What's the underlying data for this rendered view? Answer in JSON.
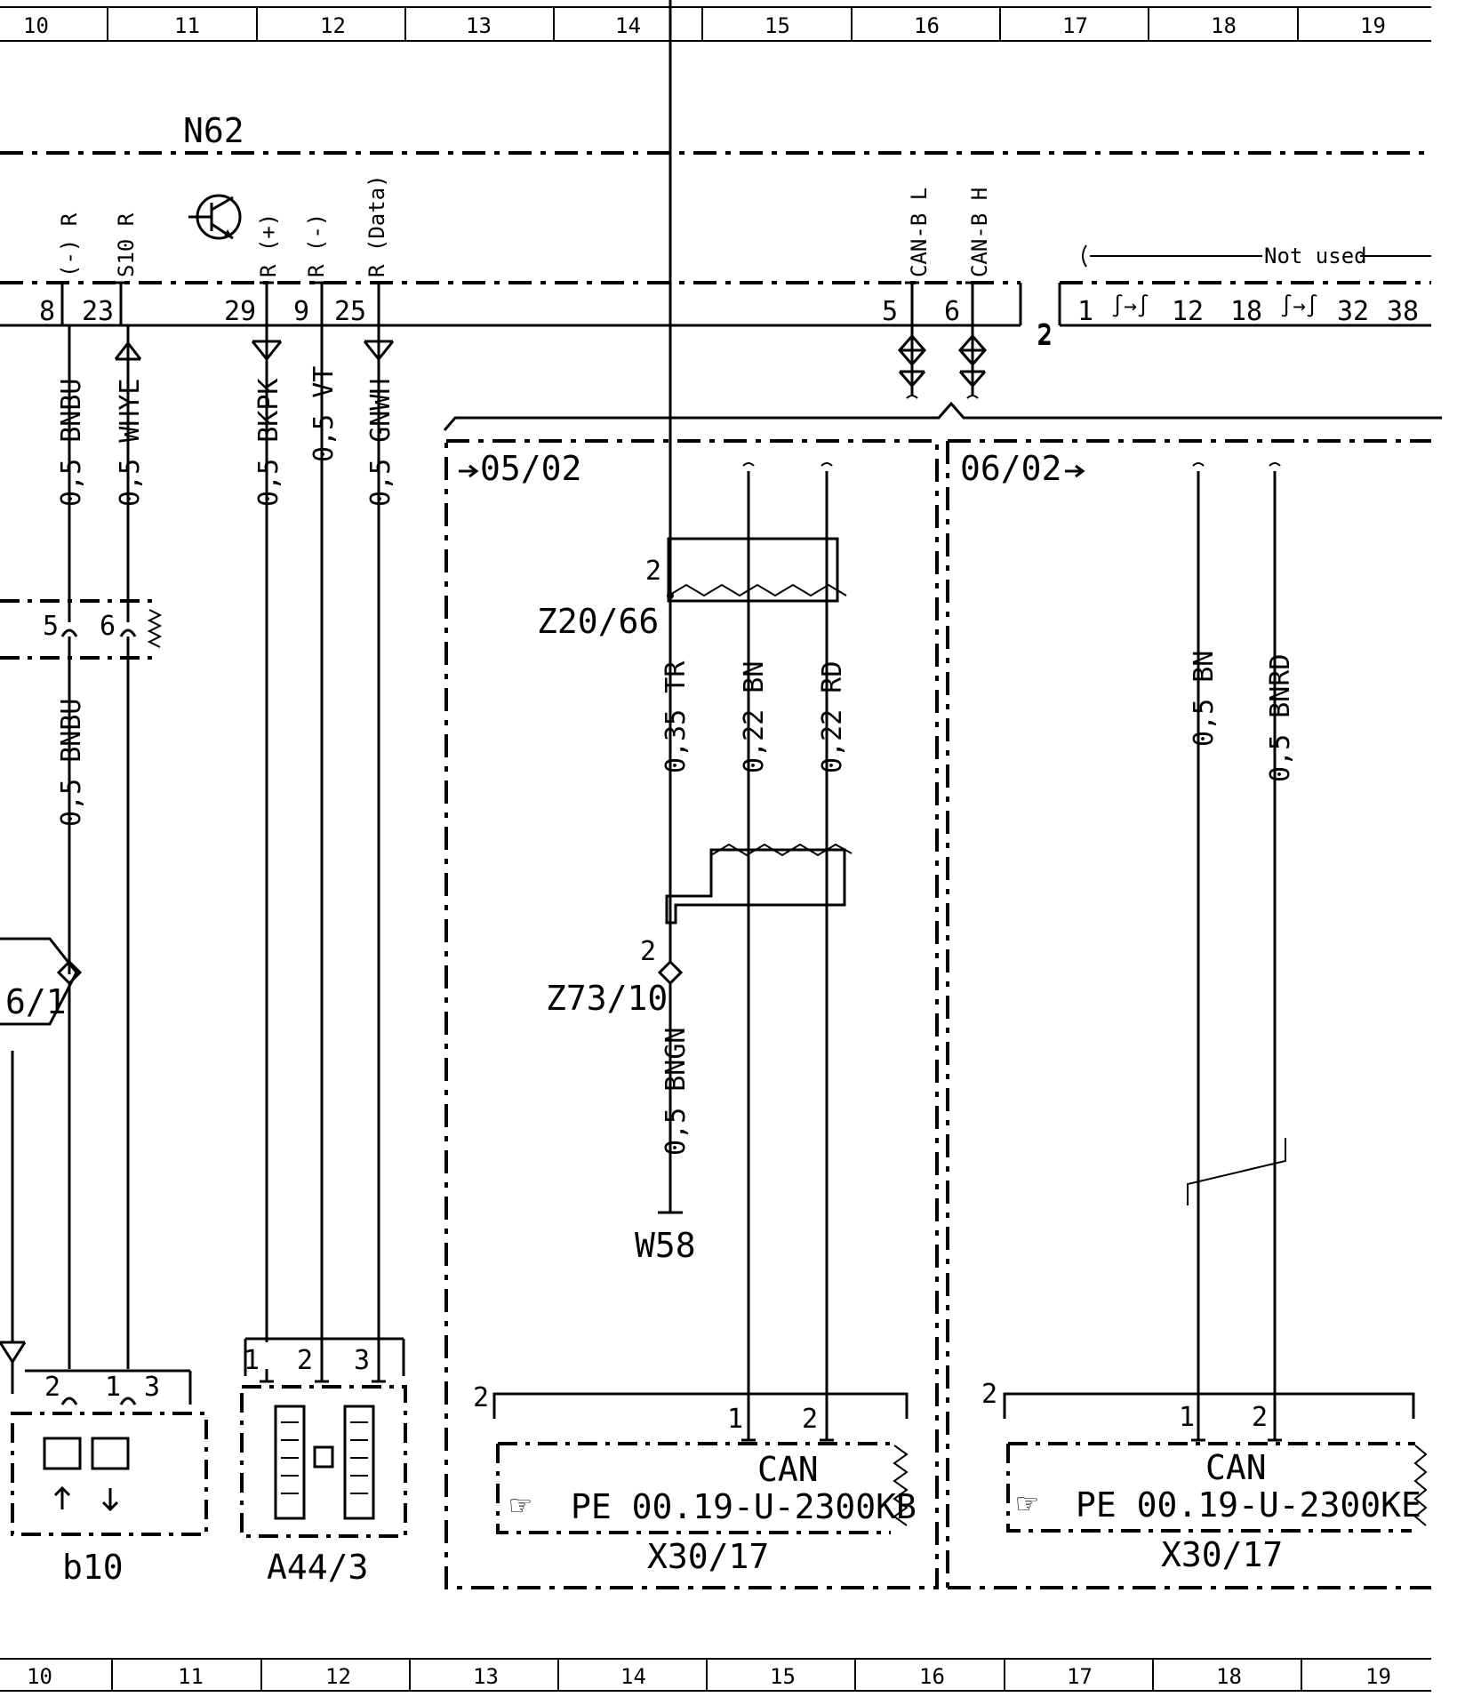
{
  "grid": {
    "top": [
      "10",
      "11",
      "12",
      "13",
      "14",
      "15",
      "16",
      "17",
      "18",
      "19"
    ],
    "bottom": [
      "10",
      "11",
      "12",
      "13",
      "14",
      "15",
      "16",
      "17",
      "18",
      "19"
    ]
  },
  "module": {
    "name": "N62",
    "pins": [
      {
        "num": "8",
        "label": "(-) R",
        "wire": "0,5 BNBU"
      },
      {
        "num": "23",
        "label": "S10 R",
        "wire": "0,5 WHYE"
      },
      {
        "num": "29",
        "label": "R (+)",
        "wire": "0,5 BKPK"
      },
      {
        "num": "9",
        "label": "R (-)",
        "wire": "0,5 VT"
      },
      {
        "num": "25",
        "label": "R (Data)",
        "wire": "0,5 GNWH"
      },
      {
        "num": "5",
        "label": "CAN-B L"
      },
      {
        "num": "6",
        "label": "CAN-B H"
      }
    ],
    "not_used": {
      "label": "Not used",
      "pins": [
        "1",
        "12",
        "18",
        "32",
        "38"
      ],
      "connector": "2"
    }
  },
  "sensor_connector": {
    "pins": [
      "5",
      "6"
    ],
    "wire_below": "0,5 BNBU"
  },
  "left_ref": "6/1",
  "b10": {
    "name": "b10",
    "pins": [
      "2",
      "1",
      "3"
    ]
  },
  "a44": {
    "name": "A44/3",
    "pins": [
      "1",
      "2",
      "3"
    ]
  },
  "can_left": {
    "ref": "05/02",
    "splice": "Z20/66",
    "splice_pin": "2",
    "wires": [
      "0,35 TR",
      "0,22 BN",
      "0,22 RD"
    ],
    "splice2": "Z73/10",
    "splice2_pin": "2",
    "ground_wire": "0,5 BNGN",
    "ground": "W58",
    "conn_pin": "2",
    "pins": [
      "1",
      "2"
    ],
    "bus": "CAN",
    "doc": "PE 00.19-U-2300KB",
    "x": "X30/17"
  },
  "can_right": {
    "ref": "06/02",
    "wires": [
      "0,5 BN",
      "0,5 BNRD"
    ],
    "conn_pin": "2",
    "pins": [
      "1",
      "2"
    ],
    "bus": "CAN",
    "doc": "PE 00.19-U-2300KE",
    "x": "X30/17"
  },
  "can_connector_pin": "2"
}
